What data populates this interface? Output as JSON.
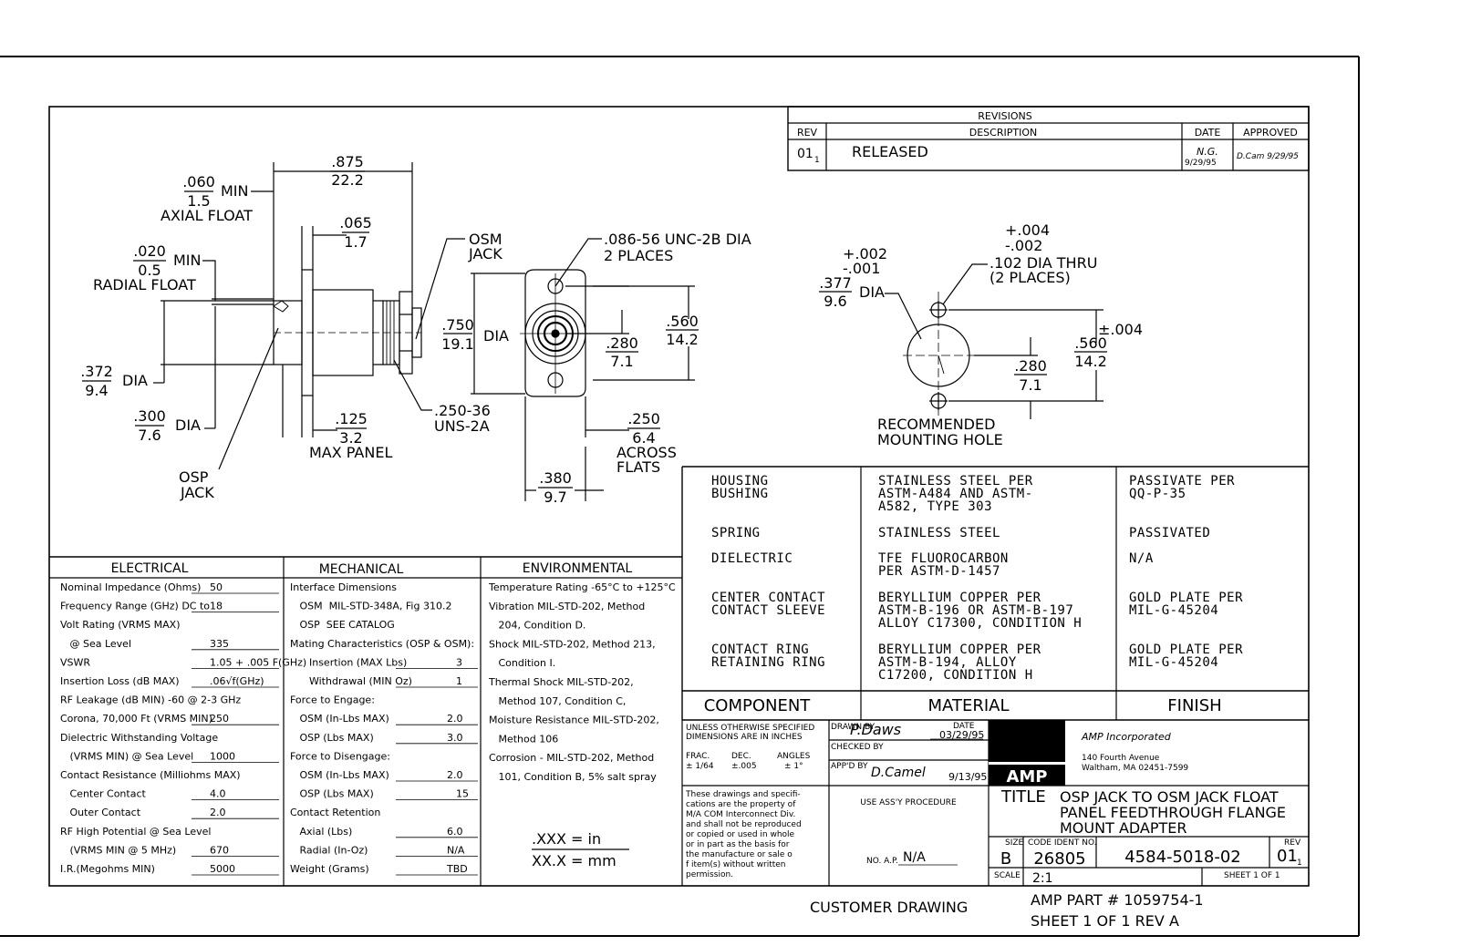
{
  "revisions": {
    "title": "REVISIONS",
    "headers": {
      "rev": "REV",
      "description": "DESCRIPTION",
      "date": "DATE",
      "approved": "APPROVED"
    },
    "row": {
      "rev": "01",
      "rev_sub": "1",
      "description": "RELEASED",
      "date_initials": "N.G.",
      "date": "9/29/95",
      "approved": "D.Cam 9/29/95"
    }
  },
  "side_view": {
    "dim_875": ".875",
    "dim_875_mm": "22.2",
    "dim_060": ".060",
    "dim_060_mm": "1.5",
    "min1": "MIN",
    "axial_float": "AXIAL FLOAT",
    "dim_065": ".065",
    "dim_065_mm": "1.7",
    "dim_020": ".020",
    "dim_020_mm": "0.5",
    "min2": "MIN",
    "radial_float": "RADIAL FLOAT",
    "dim_372": ".372",
    "dim_372_mm": "9.4",
    "dia1": "DIA",
    "dim_300": ".300",
    "dim_300_mm": "7.6",
    "dia2": "DIA",
    "dim_125": ".125",
    "dim_125_mm": "3.2",
    "max_panel": "MAX PANEL",
    "osp1": "OSP",
    "jack1": "JACK",
    "osm": "OSM",
    "jack2": "JACK",
    "thread": ".250-36",
    "thread2": "UNS-2A"
  },
  "front_view": {
    "hole_note1": ".086-56 UNC-2B DIA",
    "hole_note2": "2 PLACES",
    "dim_750": ".750",
    "dim_750_mm": "19.1",
    "dia": "DIA",
    "dim_280": ".280",
    "dim_280_mm": "7.1",
    "dim_560": ".560",
    "dim_560_mm": "14.2",
    "dim_250": ".250",
    "dim_250_mm": "6.4",
    "across": "ACROSS",
    "flats": "FLATS",
    "dim_380": ".380",
    "dim_380_mm": "9.7"
  },
  "mounting_hole": {
    "tol_plus1": "+.004",
    "tol_minus1": "-.002",
    "tol_plus2": "+.002",
    "tol_minus2": "-.001",
    "dim_377": ".377",
    "dim_377_mm": "9.6",
    "dia": "DIA",
    "thru1": ".102 DIA THRU",
    "thru2": "(2 PLACES)",
    "tol": "±.004",
    "dim_560": ".560",
    "dim_560_mm": "14.2",
    "dim_280": ".280",
    "dim_280_mm": "7.1",
    "label1": "RECOMMENDED",
    "label2": "MOUNTING HOLE"
  },
  "materials": {
    "rows": [
      {
        "component": [
          "HOUSING",
          "BUSHING"
        ],
        "material": [
          "STAINLESS STEEL PER",
          "ASTM-A484 AND ASTM-",
          "A582, TYPE 303"
        ],
        "finish": [
          "PASSIVATE PER",
          "QQ-P-35"
        ]
      },
      {
        "component": [
          "SPRING"
        ],
        "material": [
          "STAINLESS STEEL"
        ],
        "finish": [
          "PASSIVATED"
        ]
      },
      {
        "component": [
          "DIELECTRIC"
        ],
        "material": [
          "TFE FLUOROCARBON",
          "PER ASTM-D-1457"
        ],
        "finish": [
          "N/A"
        ]
      },
      {
        "component": [
          "CENTER CONTACT",
          "CONTACT SLEEVE"
        ],
        "material": [
          "BERYLLIUM COPPER PER",
          "ASTM-B-196 OR ASTM-B-197",
          "ALLOY C17300, CONDITION H"
        ],
        "finish": [
          "GOLD PLATE PER",
          "MIL-G-45204"
        ]
      },
      {
        "component": [
          "CONTACT RING",
          "RETAINING RING"
        ],
        "material": [
          "BERYLLIUM COPPER PER",
          "ASTM-B-194, ALLOY",
          "C17200, CONDITION H"
        ],
        "finish": [
          "GOLD PLATE PER",
          "MIL-G-45204"
        ]
      }
    ],
    "headers": {
      "component": "COMPONENT",
      "material": "MATERIAL",
      "finish": "FINISH"
    }
  },
  "electrical": {
    "title": "ELECTRICAL",
    "lines": [
      [
        "Nominal Impedance (Ohms)",
        "50"
      ],
      [
        "Frequency Range (GHz) DC to",
        "18"
      ],
      [
        "Volt Rating (VRMS MAX)",
        ""
      ],
      [
        "   @ Sea Level",
        "335"
      ],
      [
        "VSWR",
        "1.05 + .005 F(GHz)"
      ],
      [
        "Insertion Loss (dB MAX)",
        ".06√f(GHz)"
      ],
      [
        "RF Leakage (dB MIN) -60 @ 2-3 GHz",
        ""
      ],
      [
        "Corona, 70,000 Ft (VRMS MIN)",
        "250"
      ],
      [
        "Dielectric Withstanding Voltage",
        ""
      ],
      [
        "   (VRMS MIN) @ Sea Level",
        "1000"
      ],
      [
        "Contact Resistance (Milliohms MAX)",
        ""
      ],
      [
        "   Center Contact",
        "4.0"
      ],
      [
        "   Outer Contact",
        "2.0"
      ],
      [
        "RF High Potential @ Sea Level",
        ""
      ],
      [
        "   (VRMS MIN @ 5 MHz)",
        "670"
      ],
      [
        "I.R.(Megohms MIN)",
        "5000"
      ]
    ]
  },
  "mechanical": {
    "title": "MECHANICAL",
    "lines": [
      [
        "Interface Dimensions",
        ""
      ],
      [
        "   OSM  MIL-STD-348A, Fig 310.2",
        ""
      ],
      [
        "   OSP  SEE CATALOG",
        ""
      ],
      [
        "Mating Characteristics (OSP & OSM):",
        ""
      ],
      [
        "      Insertion (MAX Lbs)",
        "3"
      ],
      [
        "      Withdrawal (MIN Oz)",
        "1"
      ],
      [
        "Force to Engage:",
        ""
      ],
      [
        "   OSM (In-Lbs MAX)",
        "2.0"
      ],
      [
        "   OSP (Lbs MAX)",
        "3.0"
      ],
      [
        "Force to Disengage:",
        ""
      ],
      [
        "   OSM (In-Lbs MAX)",
        "2.0"
      ],
      [
        "   OSP (Lbs MAX)",
        "15"
      ],
      [
        "Contact Retention",
        ""
      ],
      [
        "   Axial (Lbs)",
        "6.0"
      ],
      [
        "   Radial (In-Oz)",
        "N/A"
      ],
      [
        "Weight (Grams)",
        "TBD"
      ]
    ]
  },
  "environmental": {
    "title": "ENVIRONMENTAL",
    "lines": [
      "Temperature Rating -65°C to +125°C",
      "Vibration MIL-STD-202, Method",
      "   204, Condition D.",
      "Shock MIL-STD-202, Method 213,",
      "   Condition I.",
      "Thermal Shock MIL-STD-202,",
      "   Method 107, Condition C,",
      "Moisture Resistance MIL-STD-202,",
      "   Method 106",
      "Corrosion - MIL-STD-202, Method",
      "   101, Condition B, 5% salt spray"
    ],
    "unit1": ".XXX  =  in",
    "unit2": "XX.X  =  mm"
  },
  "title_block": {
    "unless1": "UNLESS OTHERWISE SPECIFIED",
    "unless2": "DIMENSIONS ARE IN INCHES",
    "frac": "FRAC.",
    "dec": "DEC.",
    "angles": "ANGLES",
    "frac_v": "± 1/64",
    "dec_v": "±.005",
    "angles_v": "± 1°",
    "prop": [
      "These drawings and specifi-",
      "cations are the property of",
      "M/A COM Interconnect Div.",
      "and shall not be reproduced",
      "or copied or used in whole",
      "or in part as the basis for",
      "the manufacture or sale o",
      "f item(s) without written",
      "permission."
    ],
    "drawn_by": "DRAWN BY",
    "drawn_sig": "P.Daws",
    "date_lbl": "DATE",
    "drawn_date": "03/29/95",
    "checked_by": "CHECKED BY",
    "appd_by": "APP'D BY",
    "appd_sig": "D.Camel",
    "appd_date": "9/13/95",
    "use_assy": "USE ASS'Y PROCEDURE",
    "no_ap_lbl": "NO. A.P.",
    "no_ap": "N/A",
    "logo": "AMP",
    "company": "AMP Incorporated",
    "addr1": "140 Fourth Avenue",
    "addr2": "Waltham, MA 02451-7599",
    "title_lbl": "TITLE",
    "title1": "OSP JACK TO OSM JACK FLOAT",
    "title2": "PANEL FEEDTHROUGH FLANGE",
    "title3": "MOUNT ADAPTER",
    "size_lbl": "SIZE",
    "size": "B",
    "code_lbl": "CODE IDENT NO.",
    "code": "26805",
    "dwg_no": "4584-5018-02",
    "rev_lbl": "REV",
    "rev": "01",
    "rev_sub": "1",
    "scale_lbl": "SCALE",
    "scale": "2:1",
    "sheet": "SHEET  1  OF  1"
  },
  "footer": {
    "customer": "CUSTOMER DRAWING",
    "part": "AMP PART # 1059754-1",
    "sheet": "SHEET 1 OF 1  REV A"
  }
}
